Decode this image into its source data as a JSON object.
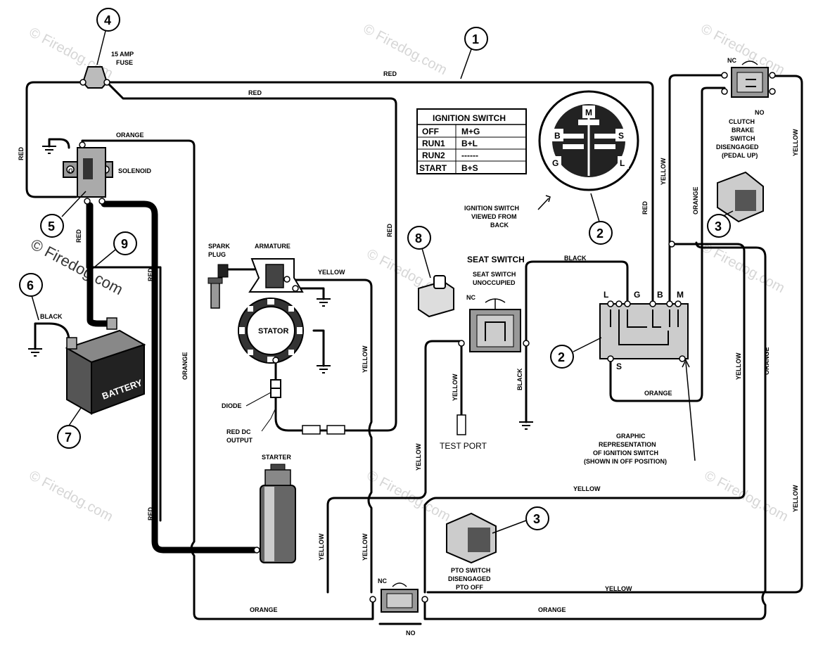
{
  "wire_colors": {
    "red": "RED",
    "orange": "ORANGE",
    "yellow": "YELLOW",
    "black": "BLACK"
  },
  "components": {
    "fuse": "15 AMP\nFUSE",
    "fuse_line1": "15 AMP",
    "fuse_line2": "FUSE",
    "solenoid": "SOLENOID",
    "solenoid_terminal": "G",
    "battery": "BATTERY",
    "spark_plug_line1": "SPARK",
    "spark_plug_line2": "PLUG",
    "armature": "ARMATURE",
    "stator": "STATOR",
    "diode": "DIODE",
    "red_dc_output_line1": "RED DC",
    "red_dc_output_line2": "OUTPUT",
    "starter": "STARTER",
    "seat_switch_title": "SEAT SWITCH",
    "seat_switch_line1": "SEAT SWITCH",
    "seat_switch_line2": "UNOCCUPIED",
    "nc": "NC",
    "no": "NO",
    "test_port": "TEST PORT",
    "clutch_line1": "CLUTCH",
    "clutch_line2": "BRAKE",
    "clutch_line3": "SWITCH",
    "clutch_line4": "DISENGAGED",
    "clutch_line5": "(PEDAL UP)",
    "pto_line1": "PTO SWITCH",
    "pto_line2": "DISENGAGED",
    "pto_line3": "PTO OFF",
    "ignition_view_line1": "IGNITION SWITCH",
    "ignition_view_line2": "VIEWED FROM",
    "ignition_view_line3": "BACK",
    "graphic_line1": "GRAPHIC",
    "graphic_line2": "REPRESENTATION",
    "graphic_line3": "OF IGNITION SWITCH",
    "graphic_line4": "(SHOWN IN OFF POSITION)"
  },
  "ignition_table": {
    "title": "IGNITION SWITCH",
    "rows": [
      {
        "pos": "OFF",
        "conn": "M+G"
      },
      {
        "pos": "RUN1",
        "conn": "B+L"
      },
      {
        "pos": "RUN2",
        "conn": "------"
      },
      {
        "pos": "START",
        "conn": "B+S"
      }
    ]
  },
  "ignition_terminals": [
    "M",
    "B",
    "S",
    "G",
    "L"
  ],
  "callouts": [
    "1",
    "2",
    "2",
    "3",
    "3",
    "4",
    "5",
    "6",
    "7",
    "8",
    "9"
  ],
  "watermark": {
    "text": "© Firedog.com"
  }
}
